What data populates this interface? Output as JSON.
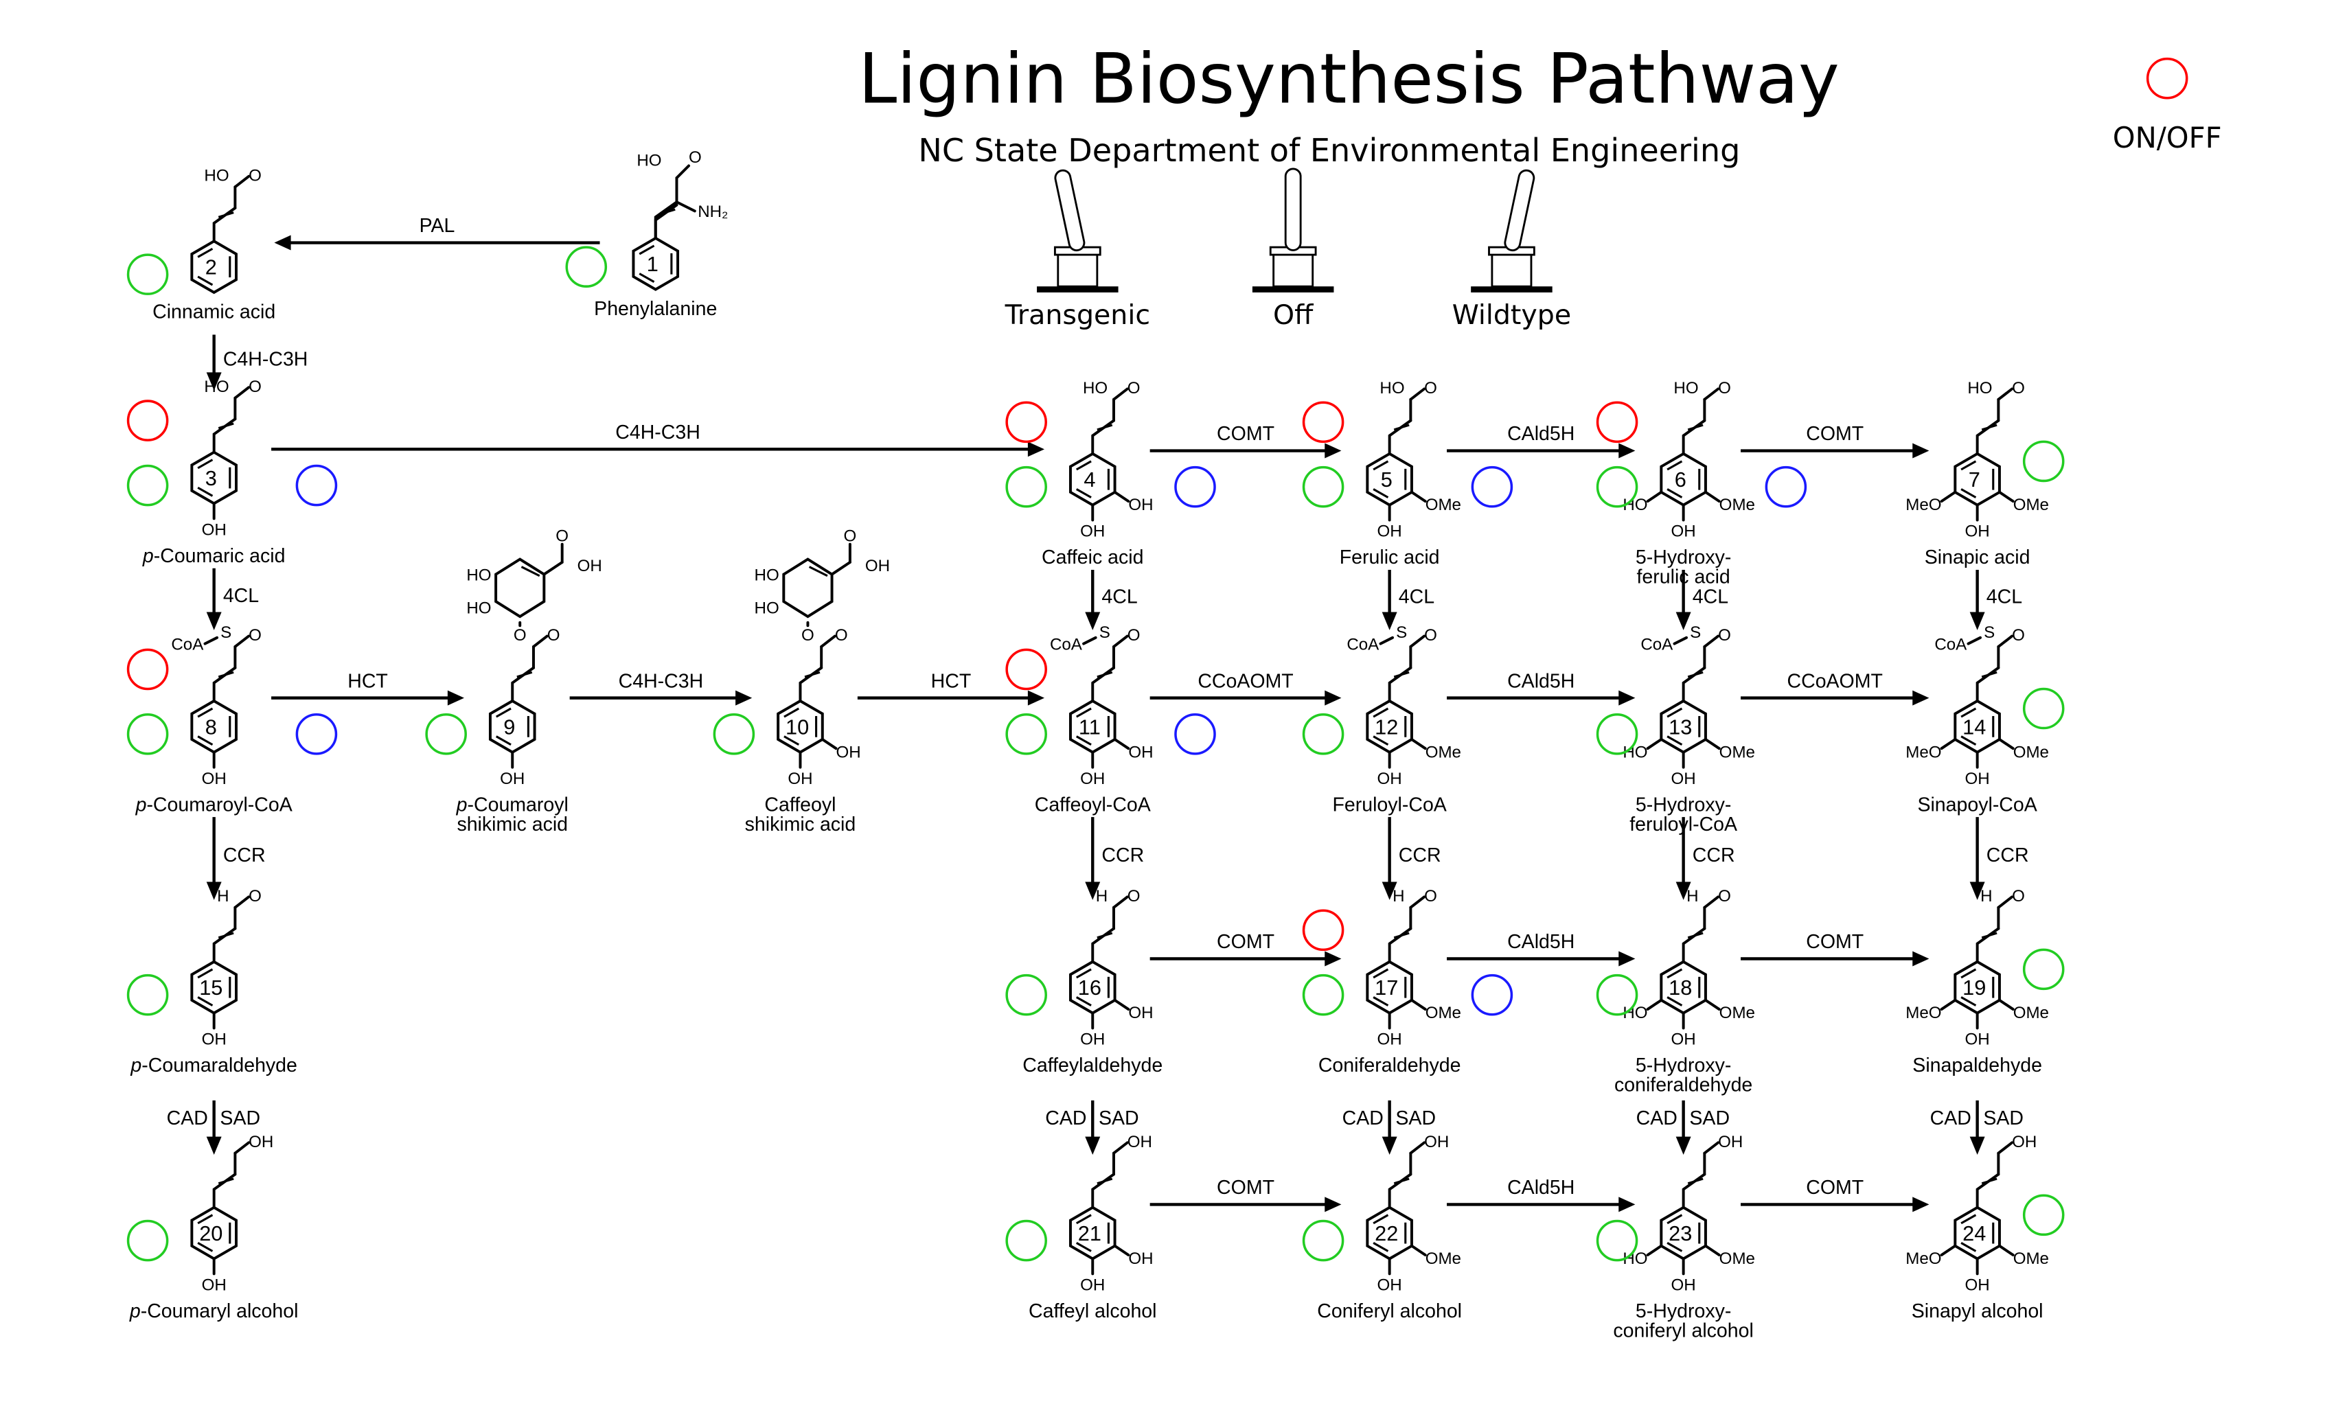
{
  "header": {
    "title": "Lignin Biosynthesis Pathway",
    "subtitle": "NC State Department of Environmental Engineering"
  },
  "legend": {
    "on_off_label": "ON/OFF",
    "on_off_color": "#ff0000"
  },
  "toggles": [
    {
      "label": "Transgenic",
      "state": "left"
    },
    {
      "label": "Off",
      "state": "center"
    },
    {
      "label": "Wildtype",
      "state": "right"
    }
  ],
  "colors": {
    "red": "#ff0000",
    "green": "#22cc22",
    "blue": "#1a1aff"
  },
  "compounds": [
    {
      "id": 1,
      "number": "1",
      "name": [
        "Phenylalanine"
      ],
      "italic_prefix": "",
      "type": "phe",
      "subs": {}
    },
    {
      "id": 2,
      "number": "2",
      "name": [
        "Cinnamic acid"
      ],
      "italic_prefix": "",
      "type": "acid",
      "subs": {}
    },
    {
      "id": 3,
      "number": "3",
      "name": [
        "-Coumaric acid"
      ],
      "italic_prefix": "p",
      "type": "acid",
      "subs": {
        "p": "OH"
      }
    },
    {
      "id": 4,
      "number": "4",
      "name": [
        "Caffeic acid"
      ],
      "italic_prefix": "",
      "type": "acid",
      "subs": {
        "p": "OH",
        "m1": "OH"
      }
    },
    {
      "id": 5,
      "number": "5",
      "name": [
        "Ferulic acid"
      ],
      "italic_prefix": "",
      "type": "acid",
      "subs": {
        "p": "OH",
        "m1": "OMe"
      }
    },
    {
      "id": 6,
      "number": "6",
      "name": [
        "5-Hydroxy-",
        "ferulic acid"
      ],
      "italic_prefix": "",
      "type": "acid",
      "subs": {
        "p": "OH",
        "m1": "OMe",
        "m2": "HO"
      }
    },
    {
      "id": 7,
      "number": "7",
      "name": [
        "Sinapic acid"
      ],
      "italic_prefix": "",
      "type": "acid",
      "subs": {
        "p": "OH",
        "m1": "OMe",
        "m2": "MeO"
      }
    },
    {
      "id": 8,
      "number": "8",
      "name": [
        "-Coumaroyl-CoA"
      ],
      "italic_prefix": "p",
      "type": "coa",
      "subs": {
        "p": "OH"
      }
    },
    {
      "id": 9,
      "number": "9",
      "name": [
        "-Coumaroyl",
        "shikimic acid"
      ],
      "italic_prefix": "p",
      "type": "shik",
      "subs": {
        "p": "OH"
      }
    },
    {
      "id": 10,
      "number": "10",
      "name": [
        "Caffeoyl",
        "shikimic acid"
      ],
      "italic_prefix": "",
      "type": "shik",
      "subs": {
        "p": "OH",
        "m1": "OH"
      }
    },
    {
      "id": 11,
      "number": "11",
      "name": [
        "Caffeoyl-CoA"
      ],
      "italic_prefix": "",
      "type": "coa",
      "subs": {
        "p": "OH",
        "m1": "OH"
      }
    },
    {
      "id": 12,
      "number": "12",
      "name": [
        "Feruloyl-CoA"
      ],
      "italic_prefix": "",
      "type": "coa",
      "subs": {
        "p": "OH",
        "m1": "OMe"
      }
    },
    {
      "id": 13,
      "number": "13",
      "name": [
        "5-Hydroxy-",
        "feruloyl-CoA"
      ],
      "italic_prefix": "",
      "type": "coa",
      "subs": {
        "p": "OH",
        "m1": "OMe",
        "m2": "HO"
      }
    },
    {
      "id": 14,
      "number": "14",
      "name": [
        "Sinapoyl-CoA"
      ],
      "italic_prefix": "",
      "type": "coa",
      "subs": {
        "p": "OH",
        "m1": "OMe",
        "m2": "MeO"
      }
    },
    {
      "id": 15,
      "number": "15",
      "name": [
        "-Coumaraldehyde"
      ],
      "italic_prefix": "p",
      "type": "ald",
      "subs": {
        "p": "OH"
      }
    },
    {
      "id": 16,
      "number": "16",
      "name": [
        "Caffeylaldehyde"
      ],
      "italic_prefix": "",
      "type": "ald",
      "subs": {
        "p": "OH",
        "m1": "OH"
      }
    },
    {
      "id": 17,
      "number": "17",
      "name": [
        "Coniferaldehyde"
      ],
      "italic_prefix": "",
      "type": "ald",
      "subs": {
        "p": "OH",
        "m1": "OMe"
      }
    },
    {
      "id": 18,
      "number": "18",
      "name": [
        "5-Hydroxy-",
        "coniferaldehyde"
      ],
      "italic_prefix": "",
      "type": "ald",
      "subs": {
        "p": "OH",
        "m1": "OMe",
        "m2": "HO"
      }
    },
    {
      "id": 19,
      "number": "19",
      "name": [
        "Sinapaldehyde"
      ],
      "italic_prefix": "",
      "type": "ald",
      "subs": {
        "p": "OH",
        "m1": "OMe",
        "m2": "MeO"
      }
    },
    {
      "id": 20,
      "number": "20",
      "name": [
        "-Coumaryl alcohol"
      ],
      "italic_prefix": "p",
      "type": "alc",
      "subs": {
        "p": "OH"
      }
    },
    {
      "id": 21,
      "number": "21",
      "name": [
        "Caffeyl alcohol"
      ],
      "italic_prefix": "",
      "type": "alc",
      "subs": {
        "p": "OH",
        "m1": "OH"
      }
    },
    {
      "id": 22,
      "number": "22",
      "name": [
        "Coniferyl alcohol"
      ],
      "italic_prefix": "",
      "type": "alc",
      "subs": {
        "p": "OH",
        "m1": "OMe"
      }
    },
    {
      "id": 23,
      "number": "23",
      "name": [
        "5-Hydroxy-",
        "coniferyl alcohol"
      ],
      "italic_prefix": "",
      "type": "alc",
      "subs": {
        "p": "OH",
        "m1": "OMe",
        "m2": "HO"
      }
    },
    {
      "id": 24,
      "number": "24",
      "name": [
        "Sinapyl alcohol"
      ],
      "italic_prefix": "",
      "type": "alc",
      "subs": {
        "p": "OH",
        "m1": "OMe",
        "m2": "MeO"
      }
    }
  ],
  "reactions": [
    {
      "from": 1,
      "to": 2,
      "enzyme": "PAL"
    },
    {
      "from": 2,
      "to": 3,
      "enzyme": "C4H-C3H"
    },
    {
      "from": 3,
      "to": 4,
      "enzyme": "C4H-C3H"
    },
    {
      "from": 4,
      "to": 5,
      "enzyme": "COMT"
    },
    {
      "from": 5,
      "to": 6,
      "enzyme": "CAld5H"
    },
    {
      "from": 6,
      "to": 7,
      "enzyme": "COMT"
    },
    {
      "from": 3,
      "to": 8,
      "enzyme": "4CL"
    },
    {
      "from": 4,
      "to": 11,
      "enzyme": "4CL"
    },
    {
      "from": 5,
      "to": 12,
      "enzyme": "4CL"
    },
    {
      "from": 6,
      "to": 13,
      "enzyme": "4CL"
    },
    {
      "from": 7,
      "to": 14,
      "enzyme": "4CL"
    },
    {
      "from": 8,
      "to": 9,
      "enzyme": "HCT"
    },
    {
      "from": 9,
      "to": 10,
      "enzyme": "C4H-C3H"
    },
    {
      "from": 10,
      "to": 11,
      "enzyme": "HCT"
    },
    {
      "from": 11,
      "to": 12,
      "enzyme": "CCoAOMT"
    },
    {
      "from": 12,
      "to": 13,
      "enzyme": "CAld5H"
    },
    {
      "from": 13,
      "to": 14,
      "enzyme": "CCoAOMT"
    },
    {
      "from": 8,
      "to": 15,
      "enzyme": "CCR"
    },
    {
      "from": 11,
      "to": 16,
      "enzyme": "CCR"
    },
    {
      "from": 12,
      "to": 17,
      "enzyme": "CCR"
    },
    {
      "from": 13,
      "to": 18,
      "enzyme": "CCR"
    },
    {
      "from": 14,
      "to": 19,
      "enzyme": "CCR"
    },
    {
      "from": 16,
      "to": 17,
      "enzyme": "COMT"
    },
    {
      "from": 17,
      "to": 18,
      "enzyme": "CAld5H"
    },
    {
      "from": 18,
      "to": 19,
      "enzyme": "COMT"
    },
    {
      "from": 15,
      "to": 20,
      "enzyme": "CAD|SAD"
    },
    {
      "from": 16,
      "to": 21,
      "enzyme": "CAD|SAD"
    },
    {
      "from": 17,
      "to": 22,
      "enzyme": "CAD|SAD"
    },
    {
      "from": 18,
      "to": 23,
      "enzyme": "CAD|SAD"
    },
    {
      "from": 19,
      "to": 24,
      "enzyme": "CAD|SAD"
    },
    {
      "from": 21,
      "to": 22,
      "enzyme": "COMT"
    },
    {
      "from": 22,
      "to": 23,
      "enzyme": "CAld5H"
    },
    {
      "from": 23,
      "to": 24,
      "enzyme": "COMT"
    }
  ],
  "state_markers": [
    {
      "compound": 1,
      "color": "green"
    },
    {
      "compound": 2,
      "color": "green"
    },
    {
      "compound": 3,
      "color": "red"
    },
    {
      "compound": 3,
      "color": "green"
    },
    {
      "compound": 3,
      "color": "blue"
    },
    {
      "compound": 4,
      "color": "red"
    },
    {
      "compound": 4,
      "color": "green"
    },
    {
      "compound": 4,
      "color": "blue"
    },
    {
      "compound": 5,
      "color": "red"
    },
    {
      "compound": 5,
      "color": "green"
    },
    {
      "compound": 5,
      "color": "blue"
    },
    {
      "compound": 6,
      "color": "red"
    },
    {
      "compound": 6,
      "color": "green"
    },
    {
      "compound": 6,
      "color": "blue"
    },
    {
      "compound": 7,
      "color": "green"
    },
    {
      "compound": 8,
      "color": "red"
    },
    {
      "compound": 8,
      "color": "green"
    },
    {
      "compound": 8,
      "color": "blue"
    },
    {
      "compound": 9,
      "color": "green"
    },
    {
      "compound": 10,
      "color": "green"
    },
    {
      "compound": 11,
      "color": "red"
    },
    {
      "compound": 11,
      "color": "green"
    },
    {
      "compound": 11,
      "color": "blue"
    },
    {
      "compound": 12,
      "color": "green"
    },
    {
      "compound": 13,
      "color": "green"
    },
    {
      "compound": 14,
      "color": "green"
    },
    {
      "compound": 15,
      "color": "green"
    },
    {
      "compound": 16,
      "color": "green"
    },
    {
      "compound": 17,
      "color": "red"
    },
    {
      "compound": 17,
      "color": "green"
    },
    {
      "compound": 17,
      "color": "blue"
    },
    {
      "compound": 18,
      "color": "green"
    },
    {
      "compound": 19,
      "color": "green"
    },
    {
      "compound": 20,
      "color": "green"
    },
    {
      "compound": 21,
      "color": "green"
    },
    {
      "compound": 22,
      "color": "green"
    },
    {
      "compound": 23,
      "color": "green"
    },
    {
      "compound": 24,
      "color": "green"
    }
  ]
}
